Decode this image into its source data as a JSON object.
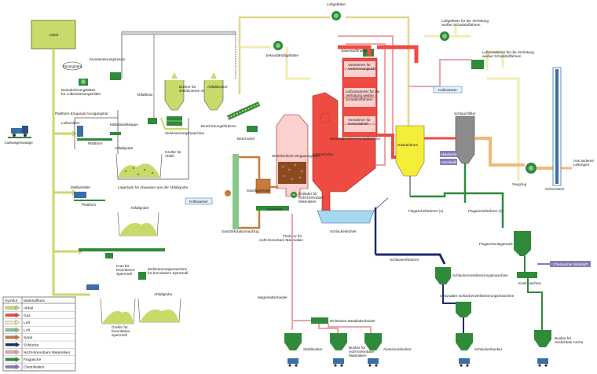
{
  "colors": {
    "waste": "#c9d96a",
    "gas": "#ee4b43",
    "air": "#f2ecb2",
    "ash": "#84c98a",
    "sand": "#c87a3c",
    "slag": "#1e2a6a",
    "non_combustible": "#e7a7a9",
    "fly_ash": "#2f8a3a",
    "chemicals": "#8a7bb8",
    "equipment": "#2f8a3a",
    "air_pipe": "#f2ecb2"
  },
  "labels": {
    "abfall": "Abfall",
    "klumpenzerkleinerungsmaschine_bunker": "Klumbenlerungsmasin",
    "atmosphaere": "Atmosphäre",
    "desodorisierung": "Desodorierungsbläse\nfür Luftentwesungsmittel",
    "plattform_eingang": "Plattform-Eingangs-/Ausgangstür",
    "luftschleier": "Luftschleier",
    "plattform1": "Plattform",
    "lastwagenwaage": "Lastwagenwaage",
    "muellabladeklappe": "Müllabladeklappe",
    "abfallgrube": "Abfallgrube",
    "greifer_abfall": "Greifer für\nAbfall",
    "abfallkran": "Abfallkran",
    "bunker_zerkleinert": "Bunker für\nzerkleinerten Abfall",
    "abfallbunker": "Abfallbunker",
    "zerkleinerungsmaschine": "Zerkleinerungsmaschine",
    "beschickungsfoerderer": "Beschickungsförderer",
    "beschicker": "Beschicker",
    "lagertank_abwasser": "Lagertank für Abwasser aus der Abfallgrube",
    "muellbehaelter": "Müllbehälter",
    "plattform2": "Plattform",
    "abfallgrube2": "Abfallgrube",
    "kran_sperrmuell": "Kran für\nbrennbaren\nSperrmüll",
    "zerkleinerung_sperrmuell": "Zerkleinerungsmaschine\nfür brennbaren Sperrmüll",
    "greifer_sperrmuell": "Greifer für\nbrennbaren\nSperrmüll",
    "abfallgrube3": "Abfallgrube",
    "luftgeblaese": "Luftgebläse",
    "sekundaerluftgeblaese": "Sekundärluftgebläse",
    "sauerstoffmonitor": "Sauerstoffmonitor",
    "vorwaermer_gas": "Vorwärmer für\nVerbrennungs-\nluft",
    "luftvorwaermer_weisser": "Luftvorwärmer für die\nVerhütung weißer\nSchadstoffahnen",
    "vorwaermer_sekundaer": "Vorwärmer für\nSekundär-\nluft",
    "sekundaerverbrennungskammer": "Sekundärverbrennungskammer",
    "schmelzofen": "Schmelzofen",
    "wirbelschicht": "Wirbelschicht-Vergasungsofen",
    "sandlagertank": "Sandlagertank",
    "entlader": "Entlader für\nnicht-brennbare\nMaterialien",
    "sandsieb": "Sandsieb",
    "sandzirkulation": "Sandzirkulationsaufzug",
    "kuehlwasser1": "Kühlwasser",
    "kuehlwasser2": "Kühlwasser",
    "schlackenkuehler": "Schlackenkühler",
    "foerderer_nichtbrennbar": "Förderer für\nnicht-brennbare Materialien",
    "gaskuehlturm": "Gaskühlturm",
    "schlauchfilter": "Schlauchfilter",
    "aktivkohle": "Aktivkohle",
    "loeschkalk": "Löschkalk",
    "saugzug": "Saugzug",
    "schornstein": "Schornstein",
    "aus_anderen": "Aus anderen\nLeitungen",
    "luftgeblaese_verhuetung": "Luftgebläse für die Verhütung\nweißer Schadstoffahnen",
    "luftvorwaermer_verhuetung": "Luftvorwärmer für die Verhütung\nweißer Schadstoffahnen",
    "flugaschefoerderer1": "Flugascheförderer (1)",
    "flugaschefoerderer2": "Flugascheförderer (2)",
    "flugaschenlagertank": "Flugaschenlagertank",
    "schlackenfoerderer": "Schlackenförderer",
    "chemischer_wirkstoff": "Chemischer Wirkstoff",
    "knetmaschine": "Knetmaschine",
    "schlackenzerkleinerung": "Schlackenzerkleinerungsmaschine",
    "sekundaere_schlacken": "Sekundäre Schlackenzerkleinerungsmaschine",
    "magnetabscheider": "Magnetabscheider",
    "nichteisen": "Nichteisen-Metallabscheider",
    "stahlbunker": "Stahlbunker",
    "bunker_nichtbrennbar": "Bunker für\nnicht-brennbare\nMaterialien",
    "aluminiumbunker": "Aluminiumbunker",
    "schlackenbunker": "Schlackenbunker",
    "bunker_asche": "Bunker für\nverdichtete Asche"
  },
  "legend": {
    "header_symbol": "Symbol",
    "header_material": "Materialfluss",
    "items": [
      {
        "name": "Abfall",
        "color": "#c9d96a",
        "kind": "arrow"
      },
      {
        "name": "Gas",
        "color": "#ee4b43",
        "kind": "arrow"
      },
      {
        "name": "Luft",
        "color": "#f2ecb2",
        "kind": "arrow"
      },
      {
        "name": "Luft",
        "color": "#84c98a",
        "kind": "arrow"
      },
      {
        "name": "Sand",
        "color": "#c87a3c",
        "kind": "arrow"
      },
      {
        "name": "Schlacke",
        "color": "#1e2a6a",
        "kind": "arrow"
      },
      {
        "name": "Nicht-brennbare Materialien",
        "color": "#e7a7a9",
        "kind": "arrow"
      },
      {
        "name": "Flugasche",
        "color": "#2f8a3a",
        "kind": "arrow"
      },
      {
        "name": "Chemikalien",
        "color": "#8a7bb8",
        "kind": "arrow"
      }
    ]
  }
}
